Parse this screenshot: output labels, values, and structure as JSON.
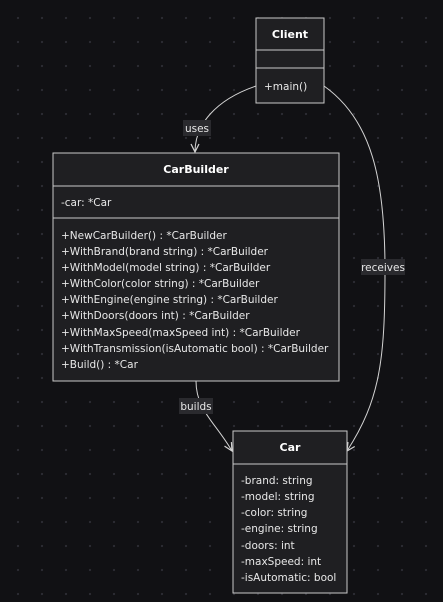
{
  "classes": {
    "client": {
      "name": "Client",
      "attributes": [],
      "methods": [
        "+main()"
      ]
    },
    "car_builder": {
      "name": "CarBuilder",
      "attributes": [
        "-car: *Car"
      ],
      "methods": [
        "+NewCarBuilder() : *CarBuilder",
        "+WithBrand(brand string) : *CarBuilder",
        "+WithModel(model string) : *CarBuilder",
        "+WithColor(color string) : *CarBuilder",
        "+WithEngine(engine string) : *CarBuilder",
        "+WithDoors(doors int) : *CarBuilder",
        "+WithMaxSpeed(maxSpeed int) : *CarBuilder",
        "+WithTransmission(isAutomatic bool) : *CarBuilder",
        "+Build() : *Car"
      ]
    },
    "car": {
      "name": "Car",
      "attributes": [
        "-brand: string",
        "-model: string",
        "-color: string",
        "-engine: string",
        "-doors: int",
        "-maxSpeed: int",
        "-isAutomatic: bool"
      ],
      "methods": []
    }
  },
  "relations": {
    "uses": "uses",
    "builds": "builds",
    "receives": "receives"
  },
  "colors": {
    "background": "#111114",
    "box_fill": "#1f1f22",
    "border": "#c9c9c9",
    "text": "#e8e8e8",
    "label_background": "#2a2a2e"
  }
}
